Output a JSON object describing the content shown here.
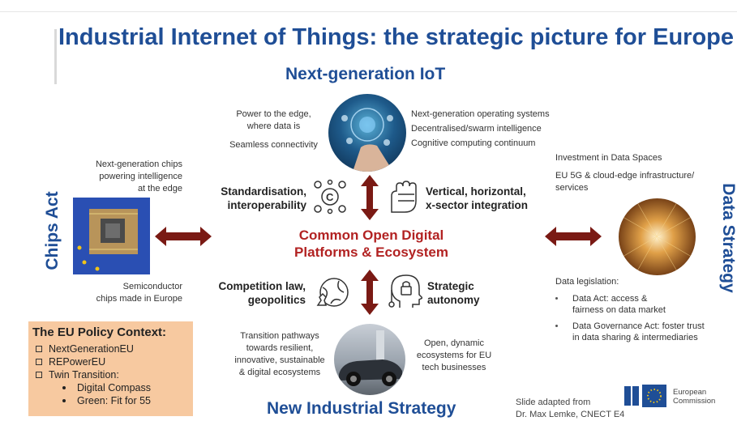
{
  "title": "Industrial Internet of Things: the strategic picture for Europe",
  "next_gen_iot": "Next-generation IoT",
  "new_industrial_strategy": "New Industrial Strategy",
  "chips_act": "Chips Act",
  "data_strategy": "Data Strategy",
  "platform": {
    "line1": "Common Open Digital",
    "line2": "Platforms & Ecosystem"
  },
  "top_left": {
    "line1": "Power to the edge,",
    "line2": "where  data is",
    "line3": "Seamless connectivity"
  },
  "top_right": {
    "line1": "Next-generation operating systems",
    "line2": "Decentralised/swarm intelligence",
    "line3": "Cognitive computing continuum"
  },
  "standardisation": {
    "line1": "Standardisation,",
    "line2": "interoperability"
  },
  "vertical": {
    "line1": "Vertical, horizontal,",
    "line2": "x-sector integration"
  },
  "competition": {
    "line1": "Competition law,",
    "line2": "geopolitics"
  },
  "strategic": {
    "line1": "Strategic",
    "line2": "autonomy"
  },
  "chips_top": {
    "line1": "Next-generation chips",
    "line2": "powering intelligence",
    "line3": "at the edge"
  },
  "chips_bottom": {
    "line1": "Semiconductor",
    "line2": "chips made in Europe"
  },
  "data_top": {
    "line1": "Investment in Data Spaces",
    "line2": "EU 5G & cloud-edge infrastructure/",
    "line3": "services"
  },
  "data_legislation": {
    "heading": "Data legislation:",
    "b1_line1": "Data Act: access &",
    "b1_line2": "fairness on data market",
    "b2_line1": "Data Governance Act: foster trust",
    "b2_line2": "in data sharing & intermediaries"
  },
  "bottom_left": {
    "line1": "Transition pathways",
    "line2": "towards resilient,",
    "line3": "innovative, sustainable",
    "line4": "& digital ecosystems"
  },
  "bottom_right": {
    "line1": "Open, dynamic",
    "line2": "ecosystems for EU",
    "line3": "tech businesses"
  },
  "policy": {
    "title": "The EU Policy Context:",
    "items": [
      "NextGenerationEU",
      "REPowerEU",
      "Twin Transition:"
    ],
    "subitems": [
      "Digital Compass",
      "Green: Fit for 55"
    ]
  },
  "credit": {
    "line1": "Slide adapted from",
    "line2": "Dr. Max Lemke, CNECT E4"
  },
  "logo": {
    "line1": "European",
    "line2": "Commission"
  },
  "colors": {
    "blue": "#1f4e96",
    "red": "#b22222",
    "arrow": "#7a1a14",
    "policy_box": "#f7c9a0"
  }
}
